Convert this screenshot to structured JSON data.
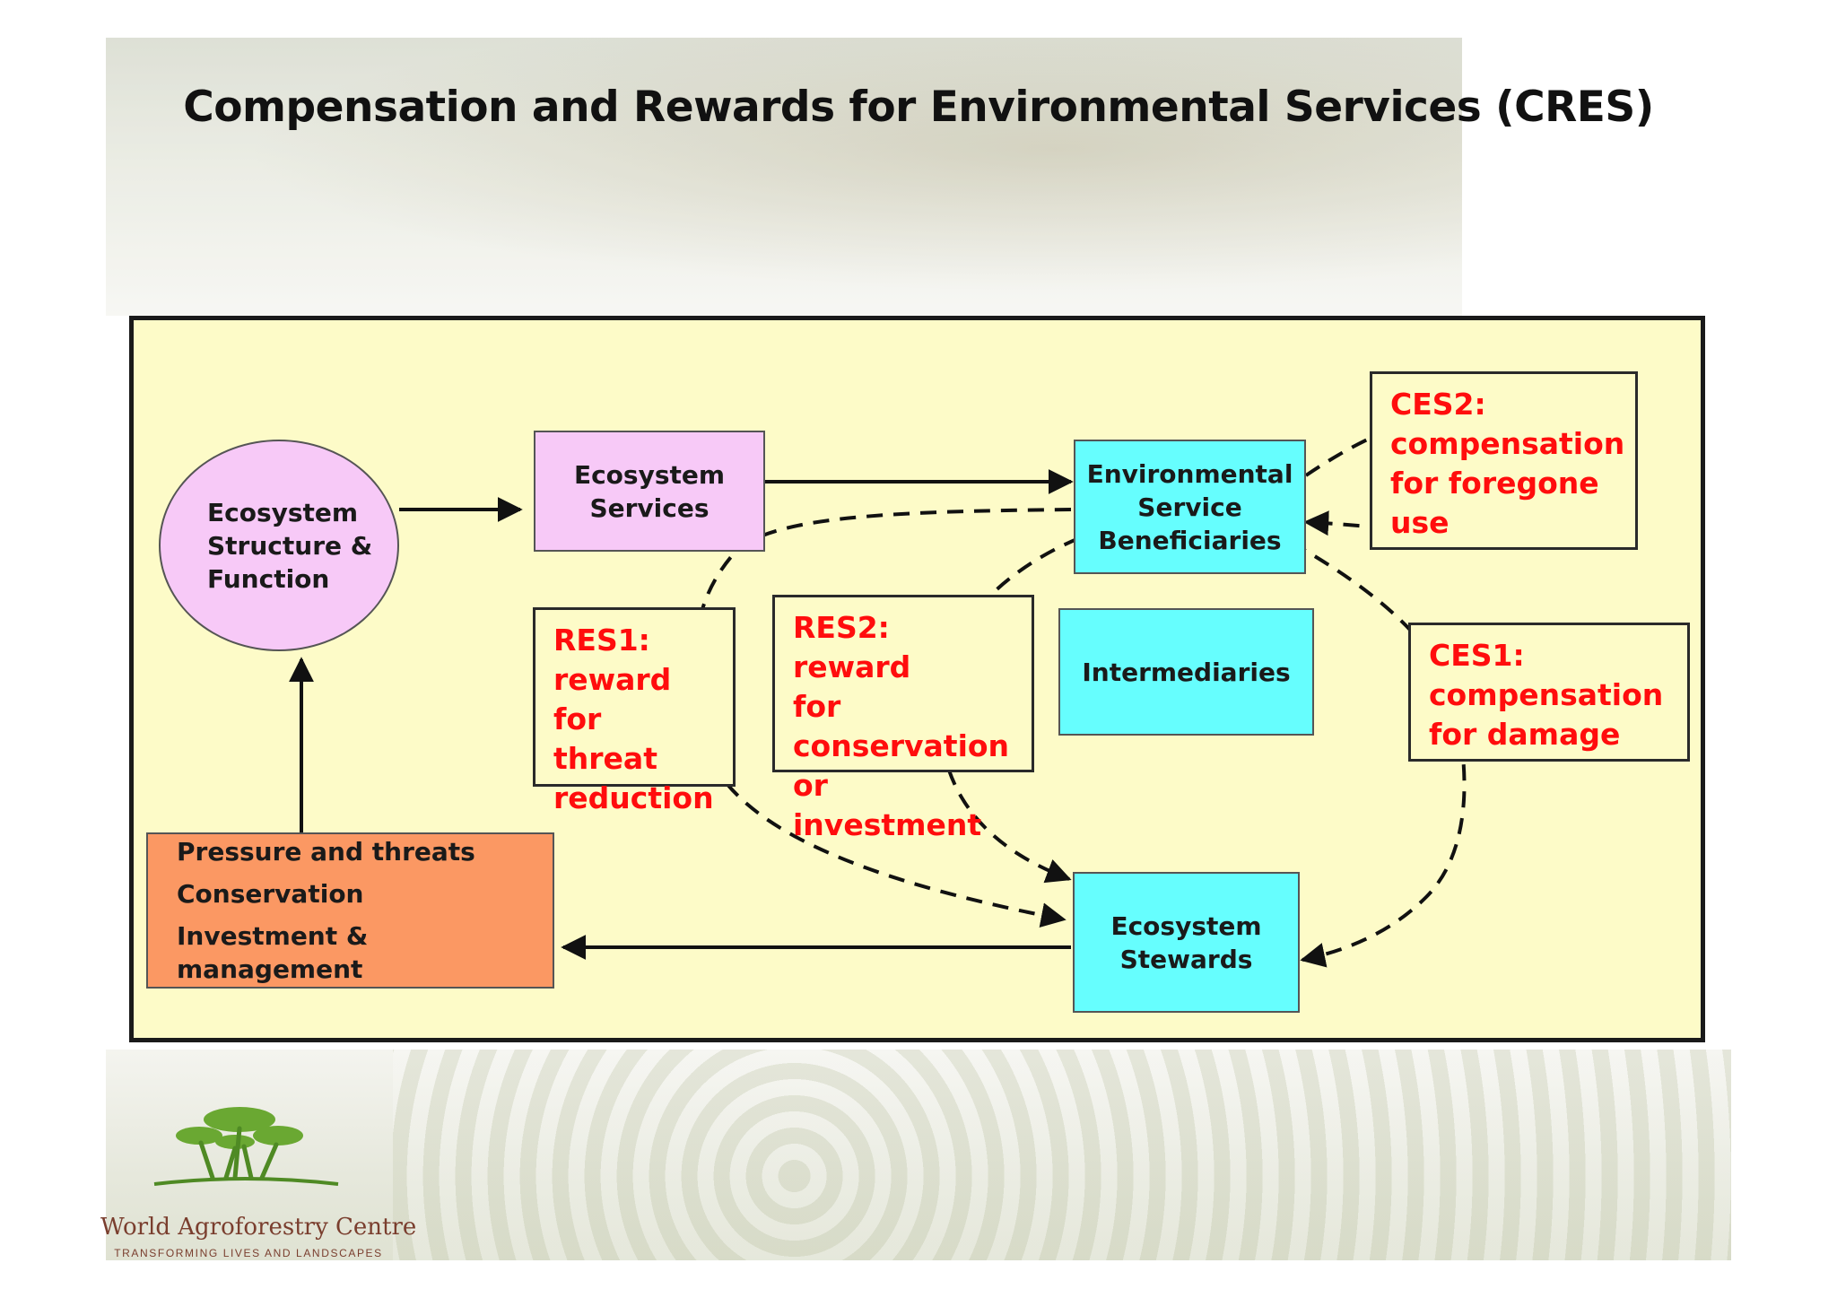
{
  "slide": {
    "title": "Compensation and Rewards for Environmental Services (CRES)"
  },
  "diagram": {
    "nodes": {
      "ecosystem_structure": "Ecosystem\nStructure &\nFunction",
      "ecosystem_services": "Ecosystem\nServices",
      "beneficiaries": "Environmental\nService\nBeneficiaries",
      "intermediaries": "Intermediaries",
      "stewards": "Ecosystem\nStewards",
      "pressure": {
        "line1": "Pressure and threats",
        "line2": "Conservation",
        "line3": "Investment & management"
      }
    },
    "mechanisms": {
      "res1": "RES1:\nreward for\nthreat\nreduction",
      "res2": "RES2: reward\nfor\nconservation\nor investment",
      "ces2": "CES2:\ncompensation\nfor foregone\nuse",
      "ces1": "CES1:\ncompensation\nfor damage"
    },
    "colors": {
      "panel_bg": "#fdfbc8",
      "pink_node": "#f7c9f7",
      "cyan_node": "#66fefe",
      "orange_node": "#fb9863",
      "mechanism_text": "#ff0d0d"
    }
  },
  "logo": {
    "name": "World Agroforestry Centre",
    "tagline": "TRANSFORMING LIVES AND LANDSCAPES",
    "icon": "tree-icon"
  }
}
